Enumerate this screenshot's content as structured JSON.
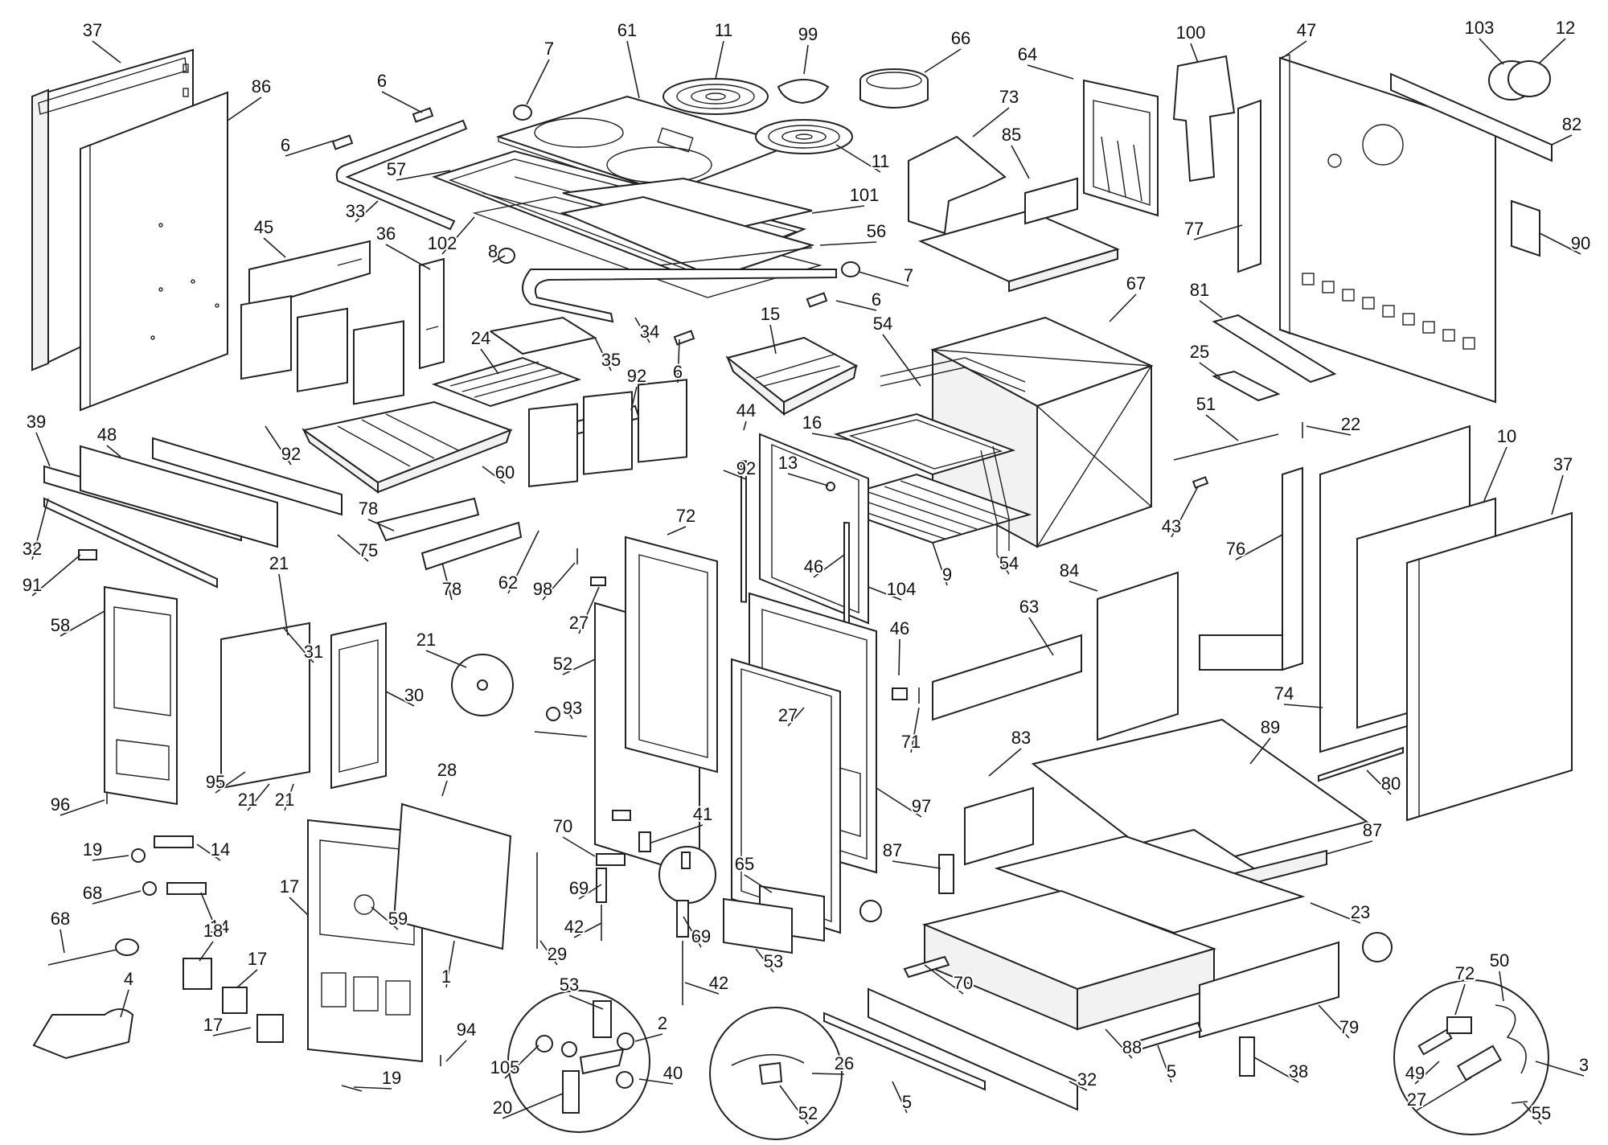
{
  "diagram": {
    "callouts": [
      "37",
      "86",
      "6",
      "6",
      "7",
      "61",
      "11",
      "99",
      "66",
      "11",
      "57",
      "33",
      "102",
      "101",
      "56",
      "7",
      "8",
      "6",
      "45",
      "36",
      "34",
      "35",
      "24",
      "6",
      "92",
      "60",
      "15",
      "54",
      "67",
      "16",
      "13",
      "46",
      "9",
      "104",
      "54",
      "92",
      "64",
      "73",
      "85",
      "100",
      "77",
      "47",
      "103",
      "12",
      "82",
      "90",
      "81",
      "25",
      "51",
      "22",
      "43",
      "76",
      "10",
      "37",
      "39",
      "48",
      "75",
      "78",
      "78",
      "32",
      "91",
      "58",
      "31",
      "21",
      "30",
      "21",
      "95",
      "21",
      "96",
      "19",
      "14",
      "68",
      "14",
      "68",
      "4",
      "18",
      "17",
      "17",
      "17",
      "59",
      "1",
      "29",
      "94",
      "19",
      "28",
      "21",
      "93",
      "52",
      "98",
      "27",
      "72",
      "62",
      "92",
      "44",
      "46",
      "71",
      "27",
      "97",
      "63",
      "84",
      "74",
      "80",
      "89",
      "83",
      "87",
      "23",
      "88",
      "79",
      "87",
      "70",
      "5",
      "5",
      "32",
      "38",
      "70",
      "41",
      "69",
      "42",
      "53",
      "69",
      "42",
      "53",
      "65",
      "105",
      "20",
      "40",
      "2",
      "26",
      "52",
      "72",
      "50",
      "49",
      "27",
      "55",
      "3",
      "49"
    ]
  }
}
